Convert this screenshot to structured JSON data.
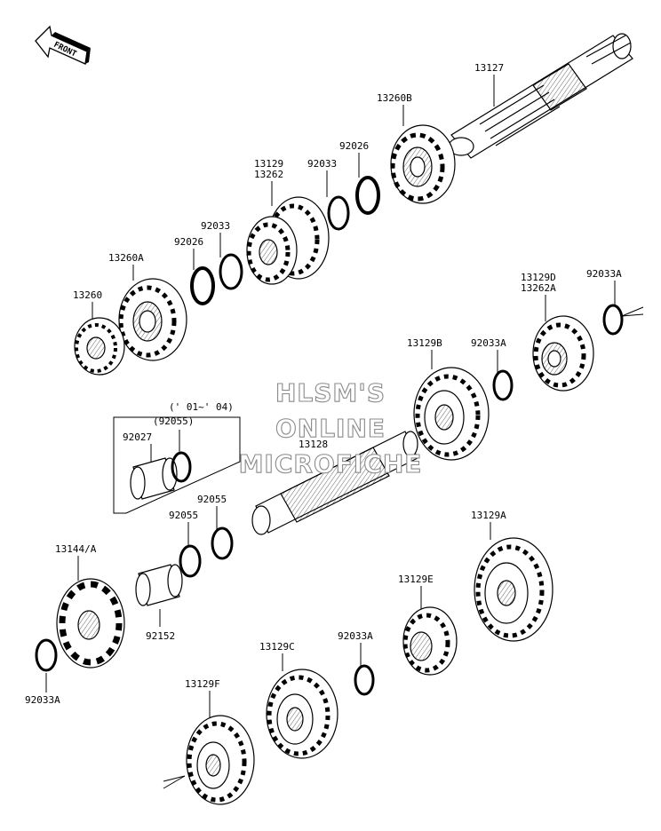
{
  "front_label": "FRONT",
  "watermark": {
    "line1": "HLSM'S",
    "line2": "ONLINE",
    "line3": "MICROFICHE"
  },
  "parts": {
    "p13127": "13127",
    "p13260B": "13260B",
    "p92026_top": "92026",
    "p92033_top": "92033",
    "p13129": "13129",
    "p13262": "13262",
    "p92033_mid": "92033",
    "p92026_mid": "92026",
    "p13260A": "13260A",
    "p13260": "13260",
    "p13129D": "13129D",
    "p13262A": "13262A",
    "p92033A_right": "92033A",
    "p13129B": "13129B",
    "p92033A_mid": "92033A",
    "p13128": "13128",
    "p_years": "(' 01~' 04)",
    "p92055_paren": "(92055)",
    "p92027": "92027",
    "p92055_a": "92055",
    "p92055_b": "92055",
    "p13144A": "13144/A",
    "p92152": "92152",
    "p92033A_left": "92033A",
    "p13129A": "13129A",
    "p13129E": "13129E",
    "p92033A_low": "92033A",
    "p13129C": "13129C",
    "p13129F": "13129F"
  }
}
